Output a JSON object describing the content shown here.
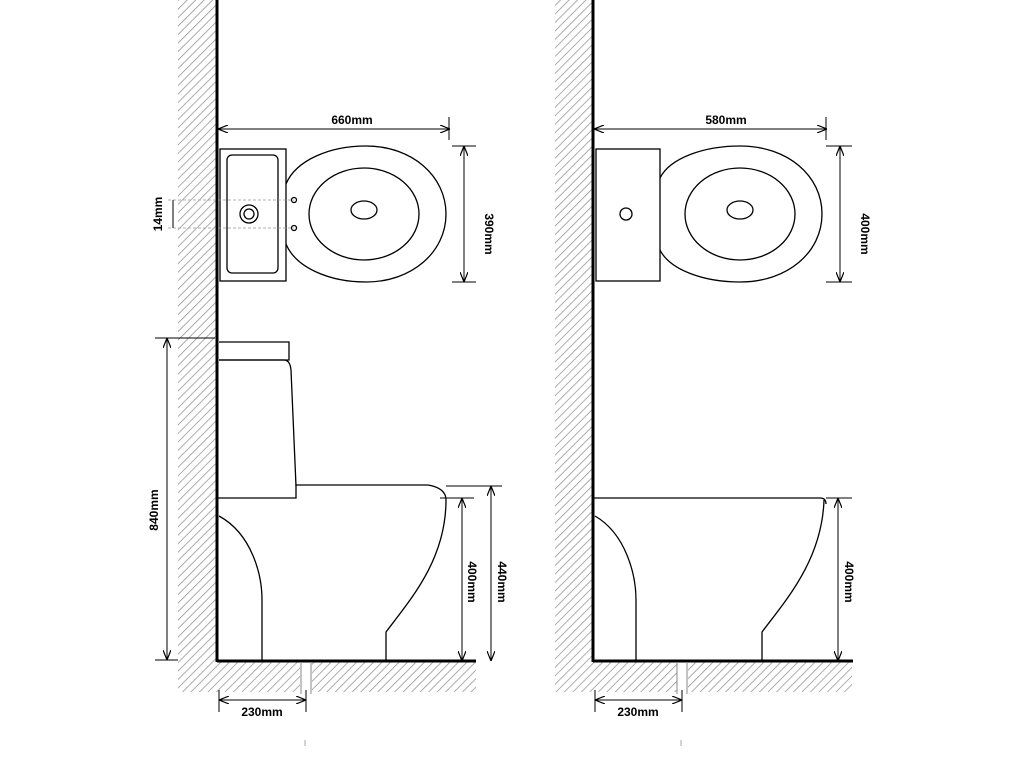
{
  "left_drawing": {
    "top_view": {
      "width_label": "660mm",
      "depth_label": "390mm",
      "offset_label": "14mm"
    },
    "side_view": {
      "total_height_label": "840mm",
      "seat_height_label": "400mm",
      "rim_height_label": "440mm",
      "outlet_distance_label": "230mm"
    }
  },
  "right_drawing": {
    "top_view": {
      "width_label": "580mm",
      "depth_label": "400mm"
    },
    "side_view": {
      "seat_height_label": "400mm",
      "outlet_distance_label": "230mm"
    }
  }
}
